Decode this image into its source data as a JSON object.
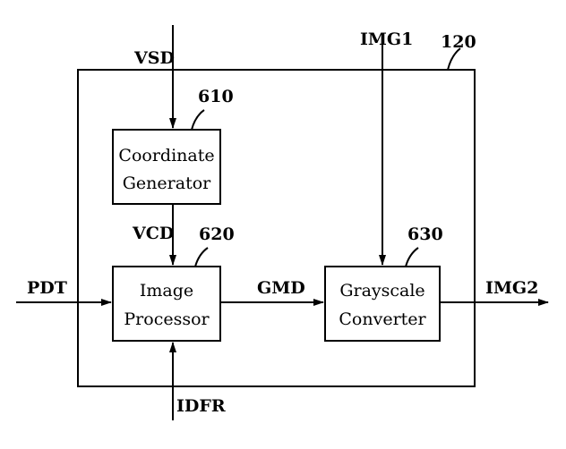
{
  "diagram": {
    "ref_outer": "120",
    "blocks": {
      "coord": {
        "ref": "610",
        "line1": "Coordinate",
        "line2": "Generator"
      },
      "image": {
        "ref": "620",
        "line1": "Image",
        "line2": "Processor"
      },
      "gray": {
        "ref": "630",
        "line1": "Grayscale",
        "line2": "Converter"
      }
    },
    "signals": {
      "vsd": "VSD",
      "img1": "IMG1",
      "vcd": "VCD",
      "pdt": "PDT",
      "gmd": "GMD",
      "img2": "IMG2",
      "idfr": "IDFR"
    }
  }
}
